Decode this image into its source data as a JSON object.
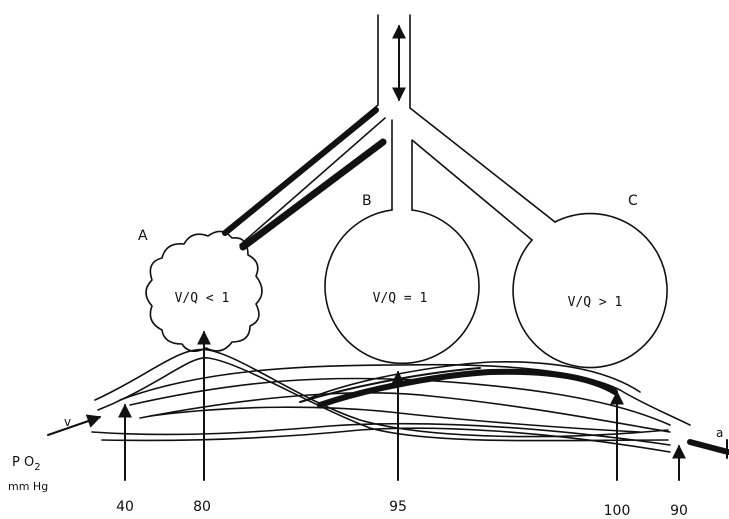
{
  "alveoli": [
    {
      "letter": "A",
      "ratio": "V/Q < 1"
    },
    {
      "letter": "B",
      "ratio": "V/Q = 1"
    },
    {
      "letter": "C",
      "ratio": "V/Q > 1"
    }
  ],
  "venous_label": "v",
  "arterial_label": "a",
  "po2_label_line1": "P O",
  "po2_subscript": "2",
  "po2_unit": "mm Hg",
  "po2_values": [
    "40",
    "80",
    "95",
    "100",
    "90"
  ]
}
